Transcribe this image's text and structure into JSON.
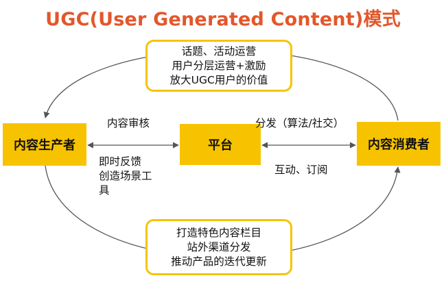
{
  "title": "UGC(User Generated Content)模式",
  "nodes": {
    "producer": "内容生产者",
    "platform": "平台",
    "consumer": "内容消费者"
  },
  "top_note": [
    "话题、活动运营",
    "用户分层运营+激励",
    "放大UGC用户的价值"
  ],
  "bottom_note": [
    "打造特色内容栏目",
    "站外渠道分发",
    "推动产品的迭代更新"
  ],
  "labels": {
    "audit": "内容审核",
    "distribute": "分发（算法/社交）",
    "tools": [
      "即时反馈",
      "创造场景工",
      "具"
    ],
    "interact": "互动、订阅"
  },
  "colors": {
    "title": "#e2572b",
    "node_fill": "#f7c300",
    "note_border": "#f7c300",
    "line": "#555555"
  }
}
